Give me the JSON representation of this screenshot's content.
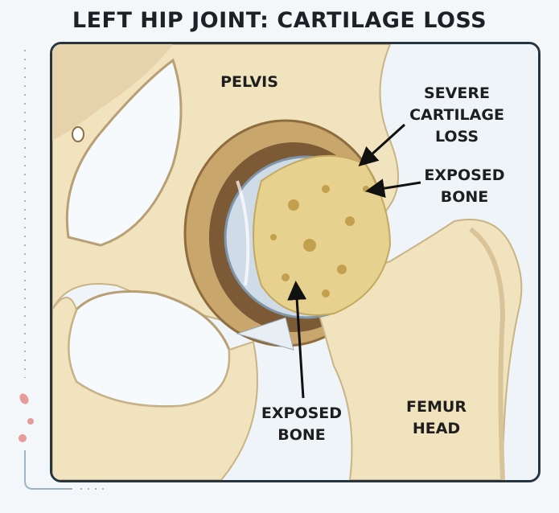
{
  "title": "LEFT HIP JOINT: CARTILAGE LOSS",
  "labels": {
    "pelvis": "PELVIS",
    "severe_cartilage_loss": [
      "SEVERE",
      "CARTILAGE",
      "LOSS"
    ],
    "exposed_bone_right": [
      "EXPOSED",
      "BONE"
    ],
    "exposed_bone_bottom": [
      "EXPOSED",
      "BONE"
    ],
    "femur_head": [
      "FEMUR",
      "HEAD"
    ]
  },
  "colors": {
    "bone": "#f1e3bd",
    "bone_shadow": "#d9c49a",
    "exposed_bone": "#e6d28e",
    "cartilage": "#cfdbe6",
    "frame_border": "#263540",
    "decor_dots": "#e79a9a"
  }
}
